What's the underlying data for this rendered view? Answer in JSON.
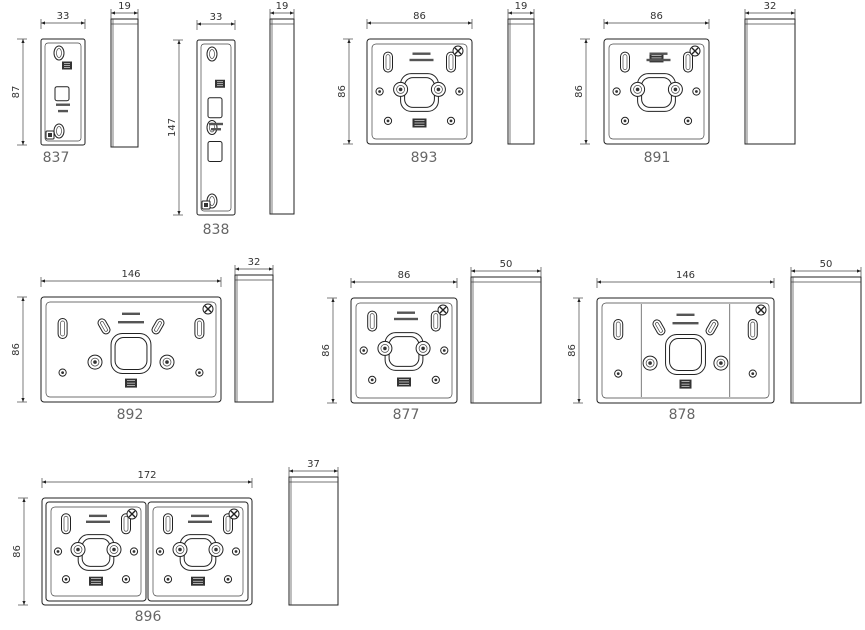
{
  "items": [
    {
      "id": "837",
      "model": "837",
      "width": "33",
      "height": "87",
      "depth": "19"
    },
    {
      "id": "838",
      "model": "838",
      "width": "33",
      "height": "147",
      "depth": "19"
    },
    {
      "id": "893",
      "model": "893",
      "width": "86",
      "height": "86",
      "depth": "19"
    },
    {
      "id": "891",
      "model": "891",
      "width": "86",
      "height": "86",
      "depth": "32"
    },
    {
      "id": "892",
      "model": "892",
      "width": "146",
      "height": "86",
      "depth": "32"
    },
    {
      "id": "877",
      "model": "877",
      "width": "86",
      "height": "86",
      "depth": "50"
    },
    {
      "id": "878",
      "model": "878",
      "width": "146",
      "height": "86",
      "depth": "50"
    },
    {
      "id": "896",
      "model": "896",
      "width": "172",
      "height": "86",
      "depth": "37"
    }
  ]
}
